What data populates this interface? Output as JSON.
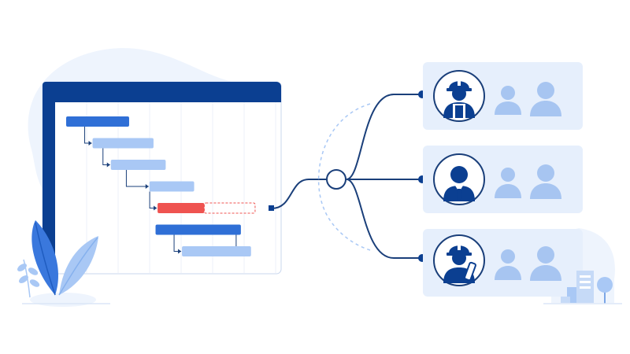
{
  "colors": {
    "navy": "#0b3f91",
    "blue": "#2f6fd6",
    "light_blue": "#a9c8f5",
    "pale_blue": "#e8f0fc",
    "red": "#ef5350",
    "card_bg": "#e6effc",
    "person_fill": "#a7c5f1",
    "line": "#1a3f7a"
  },
  "gantt": {
    "tasks": [
      {
        "start": 0.0,
        "end": 0.31,
        "color": "blue",
        "row": 0
      },
      {
        "start": 0.13,
        "end": 0.43,
        "color": "light_blue",
        "row": 1
      },
      {
        "start": 0.22,
        "end": 0.49,
        "color": "light_blue",
        "row": 2
      },
      {
        "start": 0.41,
        "end": 0.63,
        "color": "light_blue",
        "row": 3
      },
      {
        "start": 0.45,
        "end": 0.68,
        "color": "red",
        "row": 4,
        "slack_end": 0.93
      },
      {
        "start": 0.44,
        "end": 0.86,
        "color": "blue",
        "row": 5
      },
      {
        "start": 0.57,
        "end": 0.91,
        "color": "light_blue",
        "row": 6
      }
    ]
  },
  "teams": [
    {
      "icon": "construction-worker-icon",
      "members": 2
    },
    {
      "icon": "businessman-icon",
      "members": 2
    },
    {
      "icon": "engineer-with-blueprint-icon",
      "members": 2
    }
  ]
}
